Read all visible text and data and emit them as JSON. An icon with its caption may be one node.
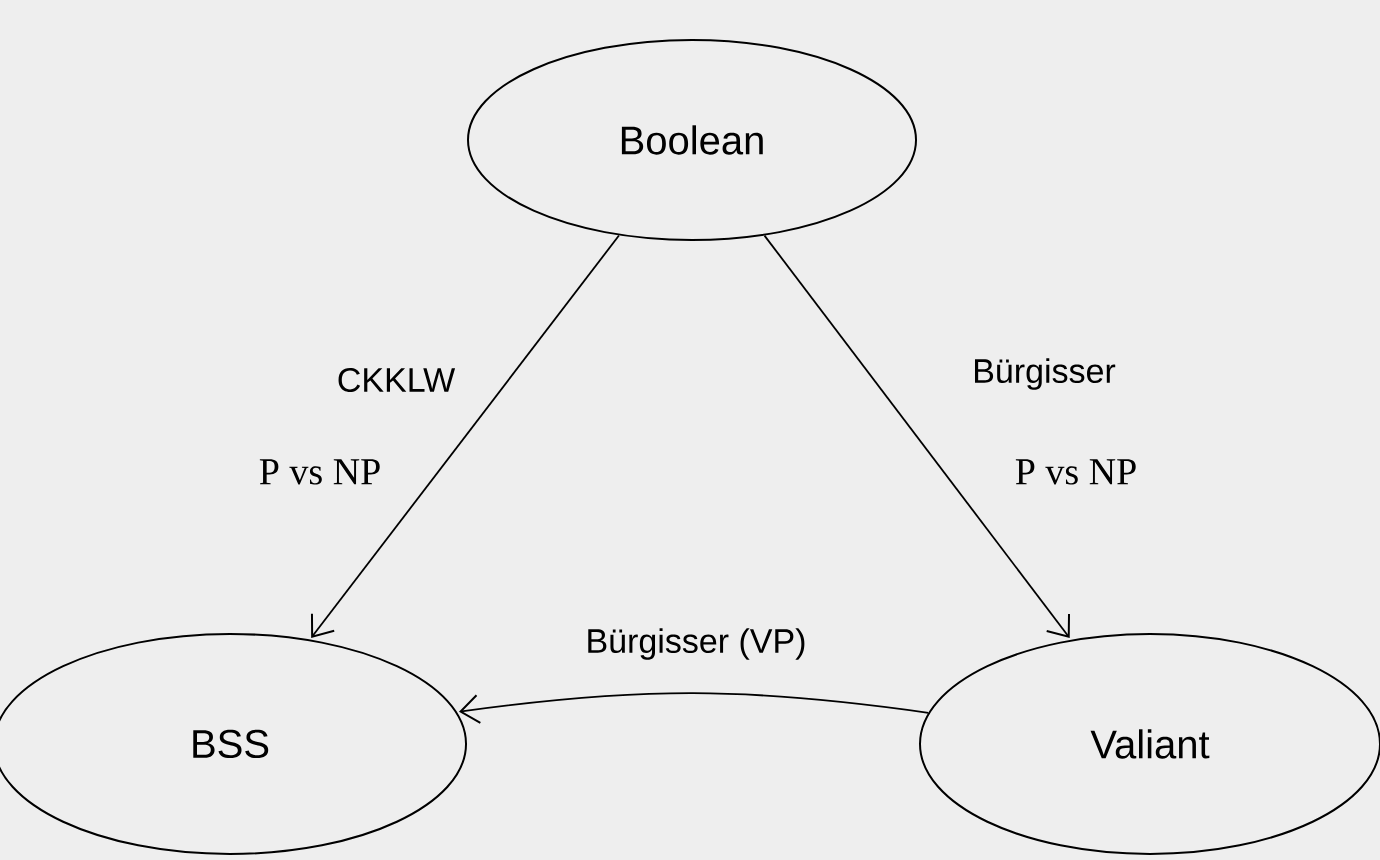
{
  "diagram": {
    "nodes": [
      {
        "text": [
          "Boolean"
        ]
      },
      {
        "text": [
          "BSS"
        ]
      },
      {
        "text": [
          "Valiant"
        ]
      }
    ],
    "edges": [
      {
        "from": 0,
        "to": 1,
        "arrow": "to",
        "label": "CKKLW"
      },
      {
        "from": 0,
        "to": 2,
        "arrow": "to",
        "label": "Bürgisser"
      },
      {
        "from": 2,
        "to": 1,
        "arrow": "to",
        "label": "Bürgisser (VP)"
      }
    ],
    "labels": [
      "P vs NP",
      "P vs NP"
    ]
  }
}
